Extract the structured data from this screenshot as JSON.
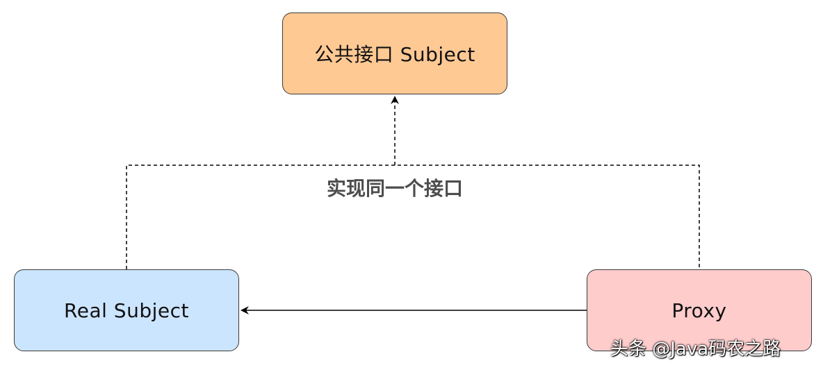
{
  "nodes": {
    "subject": {
      "label": "公共接口 Subject",
      "fill": "#ffc994"
    },
    "real_subject": {
      "label": "Real Subject",
      "fill": "#cce5ff"
    },
    "proxy": {
      "label": "Proxy",
      "fill": "#ffcccc"
    }
  },
  "edges": {
    "implements_label": "实现同一个接口"
  },
  "watermark": "头条 @Java码农之路",
  "colors": {
    "stroke": "#000000",
    "label_text": "#4d4d4d"
  }
}
